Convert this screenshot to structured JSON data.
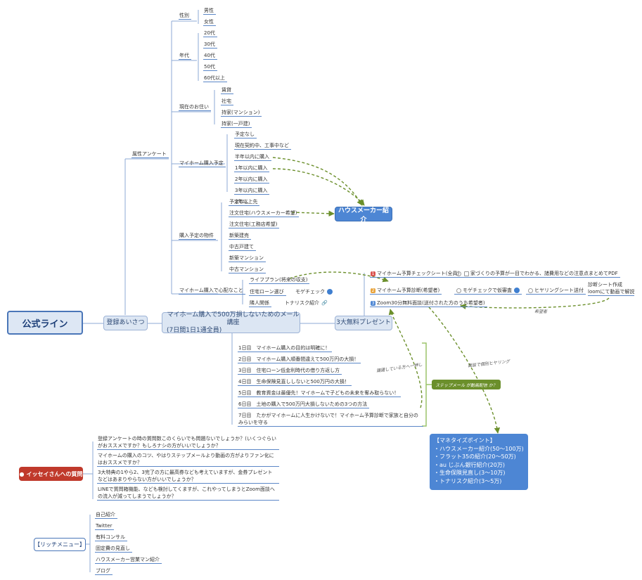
{
  "root": "公式ライン",
  "registration": "登録あいさつ",
  "survey": {
    "label": "属性アンケート",
    "gender": {
      "label": "性別",
      "options": [
        "男性",
        "女性"
      ]
    },
    "age": {
      "label": "年代",
      "options": [
        "20代",
        "30代",
        "40代",
        "50代",
        "60代以上"
      ]
    },
    "residence": {
      "label": "現在のお住い",
      "options": [
        "賃貸",
        "社宅",
        "持家(マンション)",
        "持家(一戸建)"
      ]
    },
    "plan": {
      "label": "マイホーム購入予定",
      "options": [
        "予定なし",
        "現在契約中、工事中など",
        "半年以内に購入",
        "1年以内に購入",
        "2年以内に購入",
        "3年以内に購入",
        "3年以上先"
      ]
    },
    "property": {
      "label": "購入予定の物件",
      "options": [
        "予定なし",
        "注文住宅(ハウスメーカー希望)",
        "注文住宅(工務店希望)",
        "新築建売",
        "中古戸建て",
        "新築マンション",
        "中古マンション"
      ]
    },
    "concerns": {
      "label": "マイホーム購入で心配なこと",
      "items": [
        "ライフプラン(将来の収支)",
        "住宅ローン選び",
        "モゲチェック",
        "隣人関係",
        "トナリスク紹介"
      ]
    }
  },
  "house_maker": "ハウスメーカー紹介",
  "course": {
    "title": "マイホーム購入で500万損しないためのメール講座",
    "subtitle": "(7日間1日1通全員)",
    "days": [
      "1日目　マイホーム購入の目的は明確に！",
      "2日目　マイホーム購入順番間違えて500万円の大損！",
      "3日目　住宅ローン低金利時代の借り方返し方",
      "4日目　生命保険見直ししないと500万円の大損！",
      "5日目　教育資金は最優先！マイホームで子どもの未来を奪み取らない！",
      "6日目　土地の購入で500万円大損しないための3つの方法",
      "7日目　たかがマイホームに人生かけないで！マイホーム予算診断で家族と自分のみらいを守る"
    ]
  },
  "present": {
    "label": "3大無料プレゼント",
    "items": [
      {
        "num": "1",
        "color": "#d9534f",
        "label": "マイホーム予算チェックシート(全員)",
        "detail": "家づくりの予算が一目でわかる、諸費用などの注意点まとめてPDF"
      },
      {
        "num": "2",
        "color": "#e8a33c",
        "label": "マイホーム予算診断(希望者)",
        "detail": "モゲチェックで仮審査",
        "next": "ヒヤリングシート送付",
        "last1": "診断シート作成",
        "last2": "loomにて動画で解説"
      },
      {
        "num": "3",
        "color": "#4d86d4",
        "label": "Zoom30分無料面談(送付された方のうち希望者)"
      }
    ]
  },
  "tags": {
    "hope": "希望者",
    "waiting": "躊躇している方へ一押し",
    "interview": "面談で個別ヒヤリング",
    "step": "ステップメール が動画配信 か？"
  },
  "monetize": {
    "title": "【マネタイズポイント】",
    "items": [
      "・ハウスメーカー紹介(50〜100万)",
      "・フラット35の紹介(20〜50万)",
      "・au じぶん銀行紹介(20万)",
      "・生命保険見直し(3〜10万)",
      "・トナリスク紹介(3〜5万)"
    ]
  },
  "question": {
    "label": "イッセイさんへの質問",
    "items": [
      "登録アンケートの時の質問数このくらいでも問題ないでしょうか？(いくつぐらいがおススメですか？もしろナシの方がいいでしょうか？",
      "マイホームの購入のコツ、やはりステップメールより動画の方がよりファン化にはおススメですか？",
      "3大特典の1やら2、3完了の方に最高券なども考えていますが、金券プレゼントなどはあまりやらない方がいいでしょうか？",
      "LINEで質問箱機能、なども検討してくますが、これやってしまうとZoom面談への流入が減ってしまうでしょうか？"
    ]
  },
  "rich_menu": {
    "label": "【リッチメニュー】",
    "items": [
      "自己紹介",
      "Twitter",
      "有料コンサル",
      "固定費の見直し",
      "ハウスメーカー営業マン紹介",
      "ブログ"
    ]
  },
  "colors": {
    "line": "#8eaad6",
    "arrow": "#6b8f2b",
    "accent": "#4a76b8"
  }
}
